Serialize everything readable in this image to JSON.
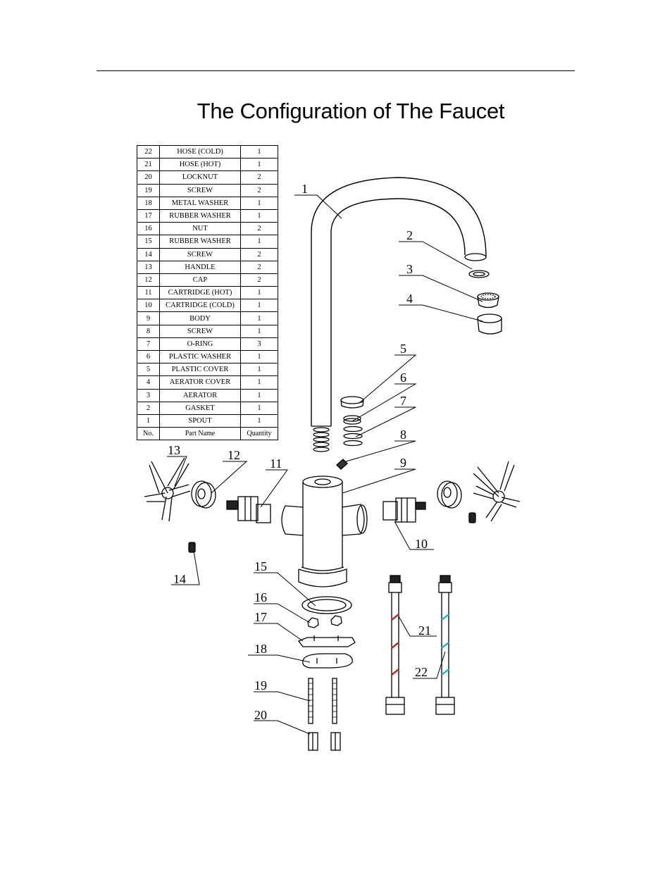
{
  "title": "The Configuration of The Faucet",
  "parts_table": {
    "header": {
      "no": "No.",
      "name": "Part Name",
      "quantity": "Quantity"
    },
    "rows": [
      {
        "no": "22",
        "name": "HOSE (COLD)",
        "quantity": "1"
      },
      {
        "no": "21",
        "name": "HOSE (HOT)",
        "quantity": "1"
      },
      {
        "no": "20",
        "name": "LOCKNUT",
        "quantity": "2"
      },
      {
        "no": "19",
        "name": "SCREW",
        "quantity": "2"
      },
      {
        "no": "18",
        "name": "METAL WASHER",
        "quantity": "1"
      },
      {
        "no": "17",
        "name": "RUBBER WASHER",
        "quantity": "1"
      },
      {
        "no": "16",
        "name": "NUT",
        "quantity": "2"
      },
      {
        "no": "15",
        "name": "RUBBER WASHER",
        "quantity": "1"
      },
      {
        "no": "14",
        "name": "SCREW",
        "quantity": "2"
      },
      {
        "no": "13",
        "name": "HANDLE",
        "quantity": "2"
      },
      {
        "no": "12",
        "name": "CAP",
        "quantity": "2"
      },
      {
        "no": "11",
        "name": "CARTRIDGE (HOT)",
        "quantity": "1"
      },
      {
        "no": "10",
        "name": "CARTRIDGE (COLD)",
        "quantity": "1"
      },
      {
        "no": "9",
        "name": "BODY",
        "quantity": "1"
      },
      {
        "no": "8",
        "name": "SCREW",
        "quantity": "1"
      },
      {
        "no": "7",
        "name": "O-RING",
        "quantity": "3"
      },
      {
        "no": "6",
        "name": "PLASTIC WASHER",
        "quantity": "1"
      },
      {
        "no": "5",
        "name": "PLASTIC COVER",
        "quantity": "1"
      },
      {
        "no": "4",
        "name": "AERATOR COVER",
        "quantity": "1"
      },
      {
        "no": "3",
        "name": "AERATOR",
        "quantity": "1"
      },
      {
        "no": "2",
        "name": "GASKET",
        "quantity": "1"
      },
      {
        "no": "1",
        "name": "SPOUT",
        "quantity": "1"
      }
    ]
  },
  "callouts": [
    "1",
    "2",
    "3",
    "4",
    "5",
    "6",
    "7",
    "8",
    "9",
    "10",
    "11",
    "12",
    "13",
    "14",
    "15",
    "16",
    "17",
    "18",
    "19",
    "20",
    "21",
    "22"
  ],
  "colors": {
    "hot_stripe": "#c0282e",
    "cold_stripe": "#2ab5c8",
    "line": "#000000"
  }
}
